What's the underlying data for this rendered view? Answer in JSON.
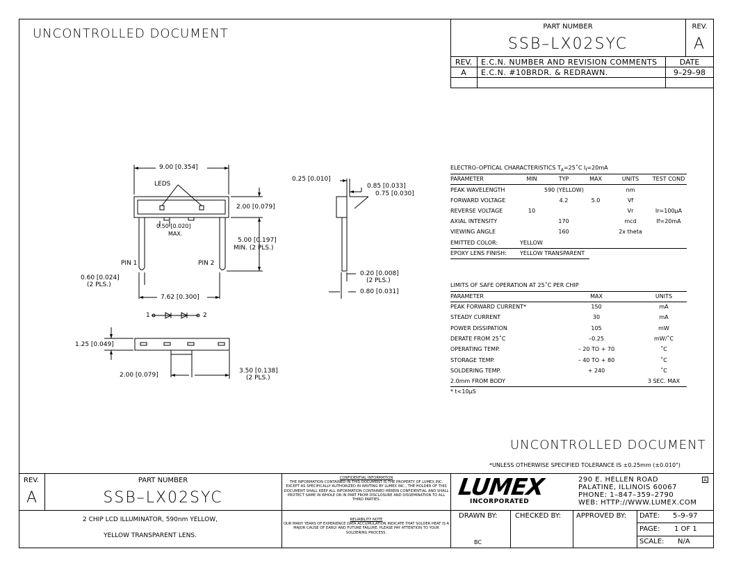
{
  "uncontrolled_top": "UNCONTROLLED DOCUMENT",
  "uncontrolled_bottom": "UNCONTROLLED DOCUMENT",
  "header": {
    "part_number_label": "PART NUMBER",
    "part_number": "SSB–LX02SYC",
    "rev_label": "REV.",
    "rev": "A",
    "rev_table": {
      "col_rev": "REV.",
      "col_ecn": "E.C.N. NUMBER AND REVISION COMMENTS",
      "col_date": "DATE",
      "row_rev": "A",
      "row_ecn": "E.C.N. #10BRDR. & REDRAWN.",
      "row_date": "9–29–98"
    }
  },
  "drawing": {
    "dim_width": "9.00 [0.354]",
    "leds": "LEDS",
    "dim_height": "2.00 [0.079]",
    "dim_gap1": "0.50 [0.020]",
    "dim_gap2": "MAX.",
    "dim_lead1": "5.00 [0.197]",
    "dim_lead2": "MIN. (2 PLS.)",
    "pin1": "PIN 1",
    "pin2": "PIN 2",
    "dim_pin_w1": "0.60 [0.024]",
    "dim_pin_w2": "(2 PLS.)",
    "dim_pitch": "7.62 [0.300]",
    "schem_left": "1",
    "schem_right": "2",
    "dim_top_h": "1.25 [0.049]",
    "dim_bot_a": "2.00 [0.079]",
    "dim_bot_b1": "3.50 [0.138]",
    "dim_bot_b2": "(2 PLS.)",
    "side_top": "0.25 [0.010]",
    "side_a": "0.85 [0.033]",
    "side_b": "0.75 [0.030]",
    "side_c1": "0.20 [0.008]",
    "side_c2": "(2 PLS.)",
    "side_d": "0.80 [0.031]"
  },
  "eo_table": {
    "title": "ELECTRO–OPTICAL CHARACTERISTICS T",
    "title_sub": "A",
    "title_cond": "=25˚C    I",
    "title_cond_sub": "f",
    "title_cond_end": "=20mA",
    "headers": [
      "PARAMETER",
      "MIN",
      "TYP",
      "MAX",
      "UNITS",
      "TEST COND"
    ],
    "rows": [
      [
        "PEAK WAVELENGTH",
        "",
        "590 (YELLOW)",
        "",
        "nm",
        ""
      ],
      [
        "FORWARD VOLTAGE",
        "",
        "4.2",
        "5.0",
        "Vf",
        ""
      ],
      [
        "REVERSE VOLTAGE",
        "10",
        "",
        "",
        "Vr",
        "Ir=100μA"
      ],
      [
        "AXIAL INTENSITY",
        "",
        "170",
        "",
        "mcd",
        "If=20mA"
      ],
      [
        "VIEWING ANGLE",
        "",
        "160",
        "",
        "2x theta",
        ""
      ]
    ],
    "emitted_label": "EMITTED COLOR:",
    "emitted_value": "YELLOW",
    "epoxy_label": "EPOXY LENS FINISH:",
    "epoxy_value": "YELLOW TRANSPARENT"
  },
  "limits_table": {
    "title": "LIMITS OF SAFE OPERATION AT 25˚C PER CHIP",
    "headers": [
      "PARAMETER",
      "MAX",
      "UNITS"
    ],
    "rows": [
      [
        "PEAK FORWARD CURRENT*",
        "150",
        "mA"
      ],
      [
        "STEADY CURRENT",
        "30",
        "mA"
      ],
      [
        "POWER DISSIPATION",
        "105",
        "mW"
      ],
      [
        "DERATE FROM 25˚C",
        "–0.25",
        "mW/˚C"
      ],
      [
        "OPERATING TEMP.",
        "– 20 TO + 70",
        "˚C"
      ],
      [
        "STORAGE TEMP.",
        "– 40 TO + 80",
        "˚C"
      ],
      [
        "SOLDERING TEMP.",
        "+ 240",
        "˚C"
      ],
      [
        "2.0mm FROM BODY",
        "",
        "3 SEC. MAX"
      ]
    ],
    "footnote": "* t<10μS"
  },
  "tolerance": "*UNLESS OTHERWISE SPECIFIED TOLERANCE IS ±0.25mm (±0.010\")",
  "title_block": {
    "rev_label": "REV.",
    "rev": "A",
    "part_number_label": "PART NUMBER",
    "part_number": "SSB–LX02SYC",
    "desc1": "2 CHIP LCD ILLUMINATOR, 590nm YELLOW,",
    "desc2": "YELLOW TRANSPARENT LENS.",
    "confidential_title": "CONFIDENTIAL INFORMATION",
    "confidential_text": "THE INFORMATION CONTAINED IN THIS DOCUMENT IS THE PROPERTY OF LUMEX INC. EXCEPT AS SPECIFICALLY AUTHORIZED IN WRITING BY LUMEX INC., THE HOLDER OF THIS DOCUMENT SHALL KEEP ALL INFORMATION CONTAINED HEREIN CONFIDENTIAL AND SHALL PROTECT SAME IN WHOLE OR IN PART FROM DISCLOSURE AND DISSEMINATION TO ALL THIRD PARTIES.",
    "reliability_title": "RELIABILITY NOTE",
    "reliability_text": "OUR MANY YEARS OF EXPERIENCE DATA ACCUMULATION INDICATE THAT SOLDER HEAT IS A MAJOR CAUSE OF EARLY AND FUTURE FAILURE. PLEASE PAY ATTENTION TO YOUR SOLDERING PROCESS.",
    "logo": "LUMEX",
    "logo_sub": "INCORPORATED",
    "address1": "290 E. HELLEN ROAD",
    "address2": "PALATINE, ILLINOIS  60067",
    "phone": "PHONE: 1–847–359–2790",
    "web": "WEB: HTTP://WWW.LUMEX.COM",
    "corner_mark": "A",
    "drawn_by_label": "DRAWN BY:",
    "drawn_by": "BC",
    "checked_by_label": "CHECKED BY:",
    "approved_by_label": "APPROVED BY:",
    "date_label": "DATE:",
    "date": "5–9–97",
    "page_label": "PAGE:",
    "page": "1 OF 1",
    "scale_label": "SCALE:",
    "scale": "N/A"
  }
}
